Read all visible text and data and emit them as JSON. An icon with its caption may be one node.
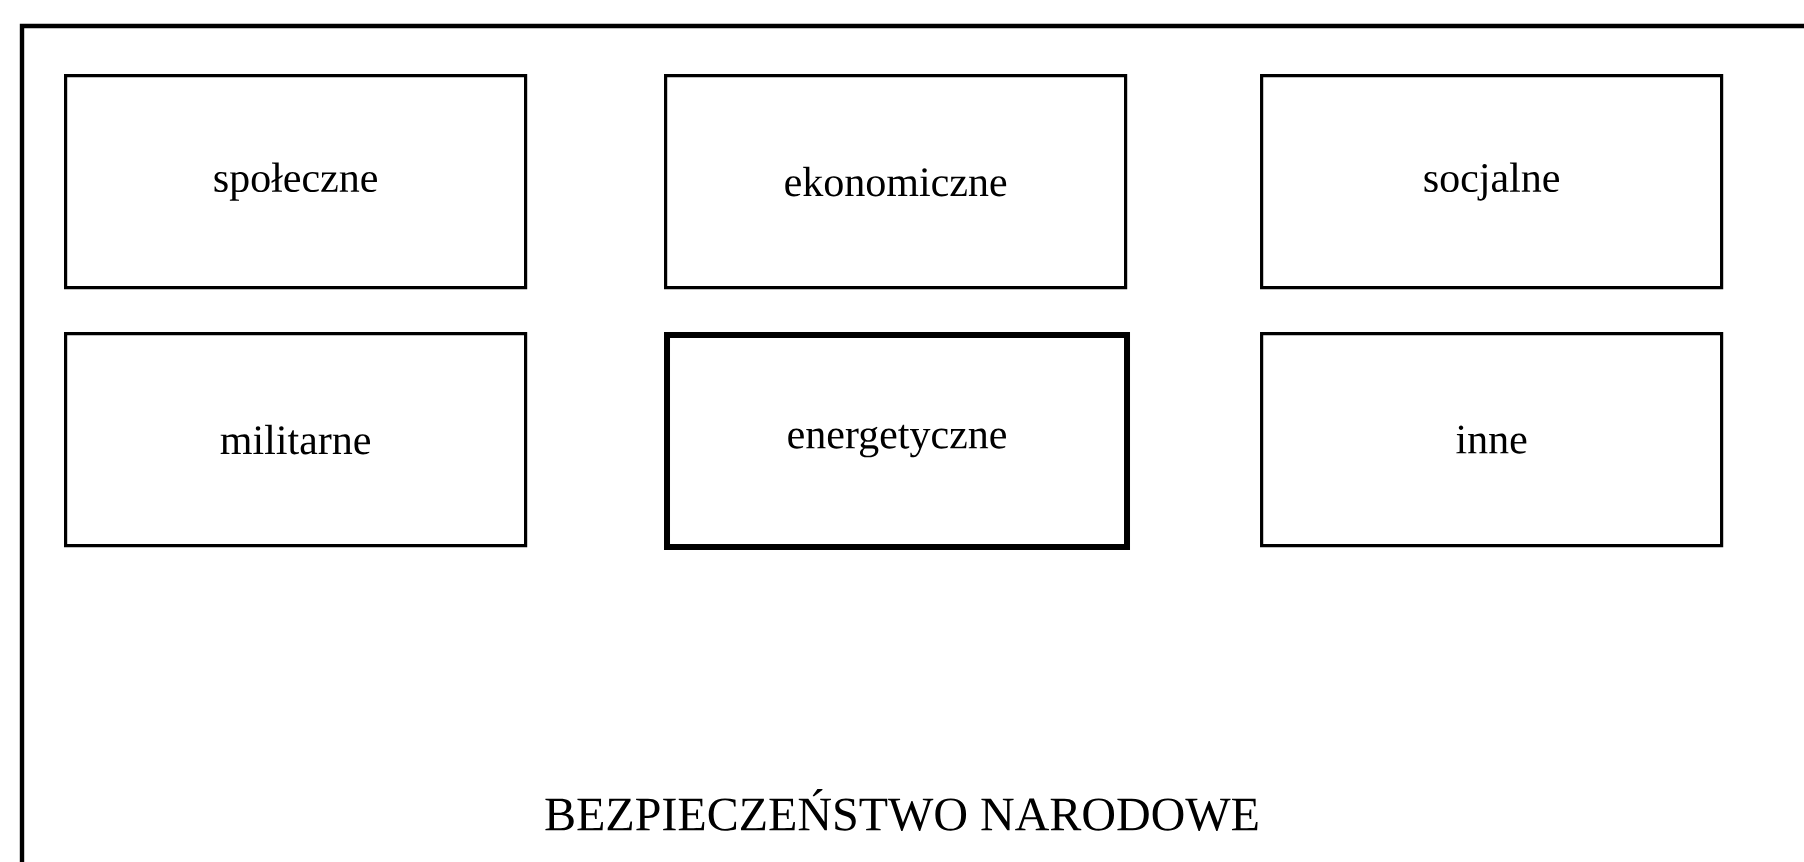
{
  "diagram": {
    "nodes": [
      {
        "text": [
          "BEZPIECZEŃSTWO NARODOWE"
        ]
      },
      {
        "text": [
          "społeczne"
        ],
        "in": 0
      },
      {
        "text": [
          "ekonomiczne"
        ],
        "in": 0
      },
      {
        "text": [
          "socjalne"
        ],
        "in": 0
      },
      {
        "text": [
          "militarne"
        ],
        "in": 0
      },
      {
        "text": [
          "energetyczne"
        ],
        "in": 0
      },
      {
        "text": [
          "inne"
        ],
        "in": 0
      }
    ]
  }
}
